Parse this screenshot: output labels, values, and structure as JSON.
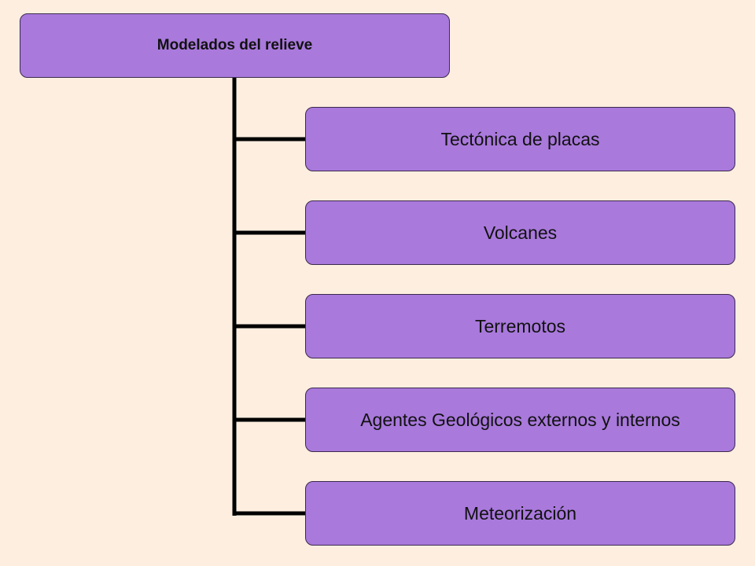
{
  "root": {
    "label": "Modelados del relieve"
  },
  "children": [
    {
      "label": "Tectónica de placas"
    },
    {
      "label": "Volcanes"
    },
    {
      "label": "Terremotos"
    },
    {
      "label": "Agentes Geológicos externos y internos"
    },
    {
      "label": "Meteorización"
    }
  ],
  "colors": {
    "background": "#fdeee0",
    "node_fill": "#a979dc",
    "connector": "#000000"
  }
}
